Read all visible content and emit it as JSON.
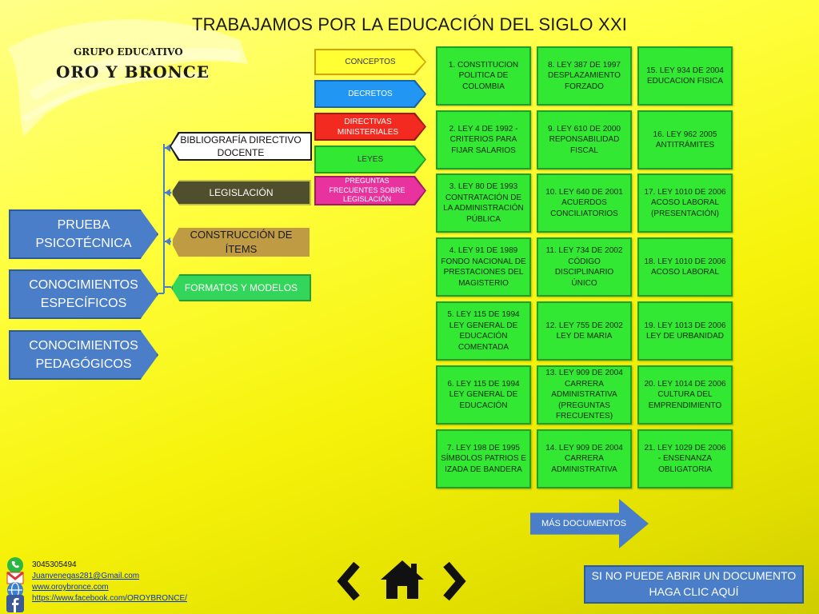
{
  "title": "TRABAJAMOS POR LA EDUCACIÓN DEL SIGLO XXI",
  "brand": {
    "small": "GRUPO EDUCATIVO",
    "big": "ORO Y BRONCE"
  },
  "left": [
    "PRUEBA PSICOTÉCNICA",
    "CONOCIMIENTOS ESPECÍFICOS",
    "CONOCIMIENTOS PEDAGÓGICOS"
  ],
  "middle": [
    "BIBLIOGRAFÍA DIRECTIVO DOCENTE",
    "LEGISLACIÓN",
    "CONSTRUCCIÓN DE ÍTEMS",
    "FORMATOS Y MODELOS"
  ],
  "categories": [
    "CONCEPTOS",
    "DECRETOS",
    "DIRECTIVAS MINISTERIALES",
    "LEYES",
    "PREGUNTAS FRECUENTES SOBRE LEGISLACIÓN"
  ],
  "documents": {
    "col1": [
      "1. CONSTITUCION POLITICA DE COLOMBIA",
      "2. LEY 4 DE 1992 - CRITERIOS PARA FIJAR SALARIOS",
      "3. LEY 80 DE 1993 CONTRATACIÓN DE LA ADMINISTRACIÓN PÚBLICA",
      "4. LEY 91 DE 1989 FONDO NACIONAL DE PRESTACIONES DEL MAGISTERIO",
      "5. LEY 115 DE 1994 LEY GENERAL DE EDUCACIÓN COMENTADA",
      "6. LEY 115 DE 1994 LEY GENERAL DE EDUCACIÓN",
      "7. LEY 198 DE 1995 SÍMBOLOS PATRIOS E IZADA DE BANDERA"
    ],
    "col2": [
      "8. LEY 387 DE 1997 DESPLAZAMIENTO FORZADO",
      "9. LEY 610 DE 2000 REPONSABILIDAD FISCAL",
      "10. LEY 640 DE 2001 ACUERDOS CONCILIATORIOS",
      "11. LEY 734 DE 2002 CÓDIGO DISCIPLINARIO ÚNICO",
      "12. LEY 755 DE 2002 LEY DE MARIA",
      "13. LEY 909 DE 2004 CARRERA ADMINISTRATIVA (PREGUNTAS FRECUENTES)",
      "14. LEY 909 DE 2004 CARRERA ADMINISTRATIVA"
    ],
    "col3": [
      "15. LEY 934 DE 2004 EDUCACION FISICA",
      "16. LEY 962 2005 ANTITRÁMITES",
      "17. LEY 1010 DE 2006 ACOSO LABORAL (PRESENTACIÓN)",
      "18. LEY 1010 DE 2006 ACOSO LABORAL",
      "19. LEY 1013 DE 2006 LEY DE URBANIDAD",
      "20. LEY 1014 DE 2006 CULTURA DEL EMPRENDIMIENTO",
      "21. LEY 1029 DE 2006 - ENSENANZA OBLIGATORIA"
    ]
  },
  "more_documents": "MÁS DOCUMENTOS",
  "help_button": "SI NO PUEDE ABRIR UN DOCUMENTO HAGA CLIC AQUÍ",
  "contact": {
    "phone": "3045305494",
    "email": "Juanvenegas281@Gmail.com",
    "web": "www.oroybronce.com",
    "facebook": "https://www.facebook.com/OROYBRONCE/"
  },
  "icons": [
    "whatsapp-icon",
    "gmail-icon",
    "globe-icon",
    "facebook-icon",
    "chevron-left-icon",
    "home-icon",
    "chevron-right-icon"
  ],
  "colors": {
    "blue": "#4a7ec9",
    "green": "#33e833",
    "category_yellow": "#ffff33",
    "category_blue": "#2196f3",
    "category_red": "#f22a1f",
    "category_green": "#33e833",
    "category_magenta": "#e8339e",
    "legislacion": "#4f4f2e",
    "construccion": "#bf9b44",
    "formatos": "#33d65a"
  }
}
